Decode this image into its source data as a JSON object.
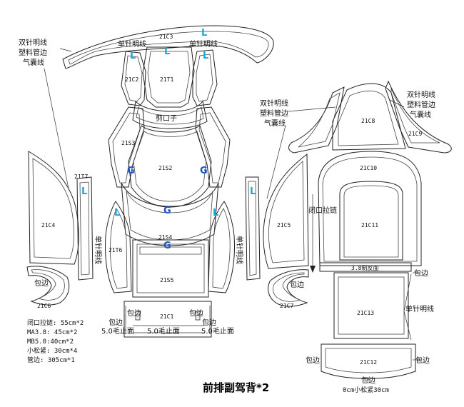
{
  "colors": {
    "mark_l": "#1aa7e0",
    "mark_g": "#1a56c4",
    "outline": "#222222"
  },
  "labels": {
    "double_stitch": "双针明线",
    "plastic_edge": "塑料管边",
    "airbag_seam": "气囊线",
    "single_stitch": "单针明线",
    "cut_notch": "剪口子",
    "binding": "包边",
    "closing_zip": "闭口拉链",
    "s5cm": "55cm",
    "mesh_turn": "3.8制反面",
    "single_stitch_v": "单针明线",
    "ruler_5": "5.0毛止面",
    "ruler_5b": "5.0毛止面",
    "ruler_5c": "5.0毛止面",
    "bottom_note": "0cm小松紧30cm"
  },
  "marks": {
    "L": "L",
    "G": "G"
  },
  "pieces": {
    "c3": "21C3",
    "c2": "21C2",
    "t1": "21T1",
    "s3": "21S3",
    "s2": "21S2",
    "s4": "21S4",
    "s5": "21S5",
    "t6": "21T6",
    "t7": "21T7",
    "c4": "21C4",
    "c5": "21C5",
    "c6": "21C6",
    "c7": "21C7",
    "c1": "21C1",
    "c8": "21C8",
    "c9": "21C9",
    "c10": "21C10",
    "c11": "21C11",
    "c13": "21C13",
    "c12": "21C12"
  },
  "notes": [
    "闭口拉链: 55cm*2",
    "MA3.8: 45cm*2",
    "MB5.0:40cm*2",
    "小松紧: 30cm*4",
    "管边: 305cm*1"
  ],
  "title": "前排副驾背*2"
}
